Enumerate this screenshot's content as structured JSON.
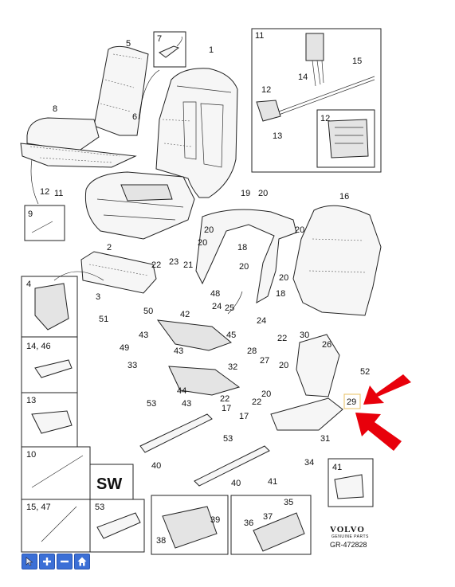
{
  "labels": {
    "l1": "1",
    "l2": "2",
    "l3": "3",
    "l4": "4",
    "l5": "5",
    "l6": "6",
    "l7": "7",
    "l8": "8",
    "l9": "9",
    "l10": "10",
    "l11": "11",
    "l11b": "11",
    "l12a": "12",
    "l12b": "12",
    "l12c": "12",
    "l13": "13",
    "l13b": "13",
    "l14": "14",
    "l14_46": "14, 46",
    "l15": "15",
    "l15_47": "15, 47",
    "l16": "16",
    "l17a": "17",
    "l17b": "17",
    "l18a": "18",
    "l18b": "18",
    "l19": "19",
    "l20a": "20",
    "l20b": "20",
    "l20c": "20",
    "l20d": "20",
    "l20e": "20",
    "l20f": "20",
    "l20g": "20",
    "l20h": "20",
    "l21": "21",
    "l22a": "22",
    "l22b": "22",
    "l22c": "22",
    "l22d": "22",
    "l23": "23",
    "l24a": "24",
    "l24b": "24",
    "l25": "25",
    "l26": "26",
    "l27": "27",
    "l28": "28",
    "l29": "29",
    "l30": "30",
    "l31": "31",
    "l32": "32",
    "l33": "33",
    "l34": "34",
    "l35": "35",
    "l36": "36",
    "l37": "37",
    "l38": "38",
    "l39": "39",
    "l40a": "40",
    "l40b": "40",
    "l41": "41",
    "l41b": "41",
    "l42": "42",
    "l43a": "43",
    "l43b": "43",
    "l43c": "43",
    "l44": "44",
    "l45": "45",
    "l48": "48",
    "l49": "49",
    "l50": "50",
    "l51": "51",
    "l52": "52",
    "l53a": "53",
    "l53b": "53",
    "l53c": "53"
  },
  "sw_badge": "SW",
  "brand": {
    "name": "VOLVO",
    "tagline": "GENUINE PARTS",
    "ref": "GR-472828"
  },
  "toolbar": {
    "select_icon": "cursor-arrow-icon",
    "zoom_in_icon": "plus-icon",
    "zoom_out_icon": "minus-icon",
    "home_icon": "home-icon"
  },
  "colors": {
    "arrow": "#e8000b",
    "toolbar": "#3b6fd6",
    "highlight_box": "#e8c060"
  }
}
